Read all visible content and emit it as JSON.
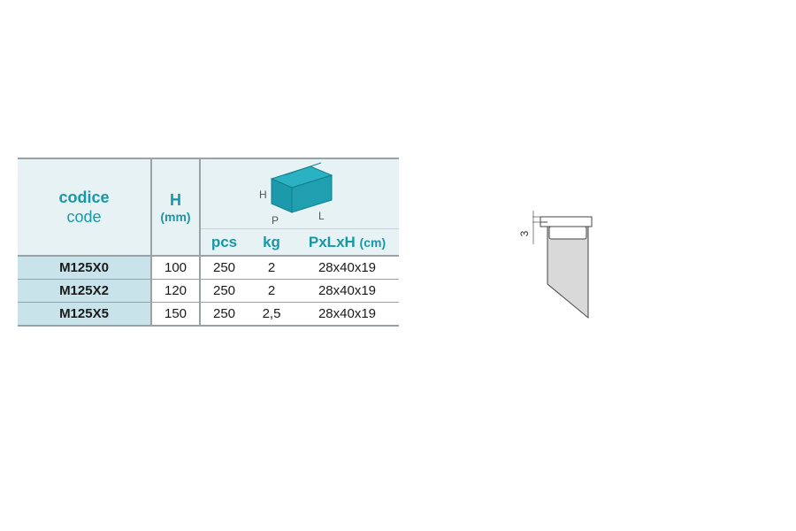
{
  "table": {
    "header": {
      "code_label": "codice",
      "code_label_en": "code",
      "h_label": "H",
      "h_unit": "(mm)",
      "box_labels": {
        "h": "H",
        "p": "P",
        "l": "L"
      },
      "pcs_label": "pcs",
      "kg_label": "kg",
      "dims_label": "PxLxH",
      "dims_unit": "(cm)"
    },
    "rows": [
      {
        "code": "M125X0",
        "h": "100",
        "pcs": "250",
        "kg": "2",
        "dims": "28x40x19"
      },
      {
        "code": "M125X2",
        "h": "120",
        "pcs": "250",
        "kg": "2",
        "dims": "28x40x19"
      },
      {
        "code": "M125X5",
        "h": "150",
        "pcs": "250",
        "kg": "2,5",
        "dims": "28x40x19"
      }
    ]
  },
  "drawing": {
    "dimension_label": "3"
  },
  "colors": {
    "accent": "#1a97a6",
    "header_bg": "#e7f2f5",
    "code_bg": "#c8e3ea",
    "box": "#1f9fb0"
  }
}
